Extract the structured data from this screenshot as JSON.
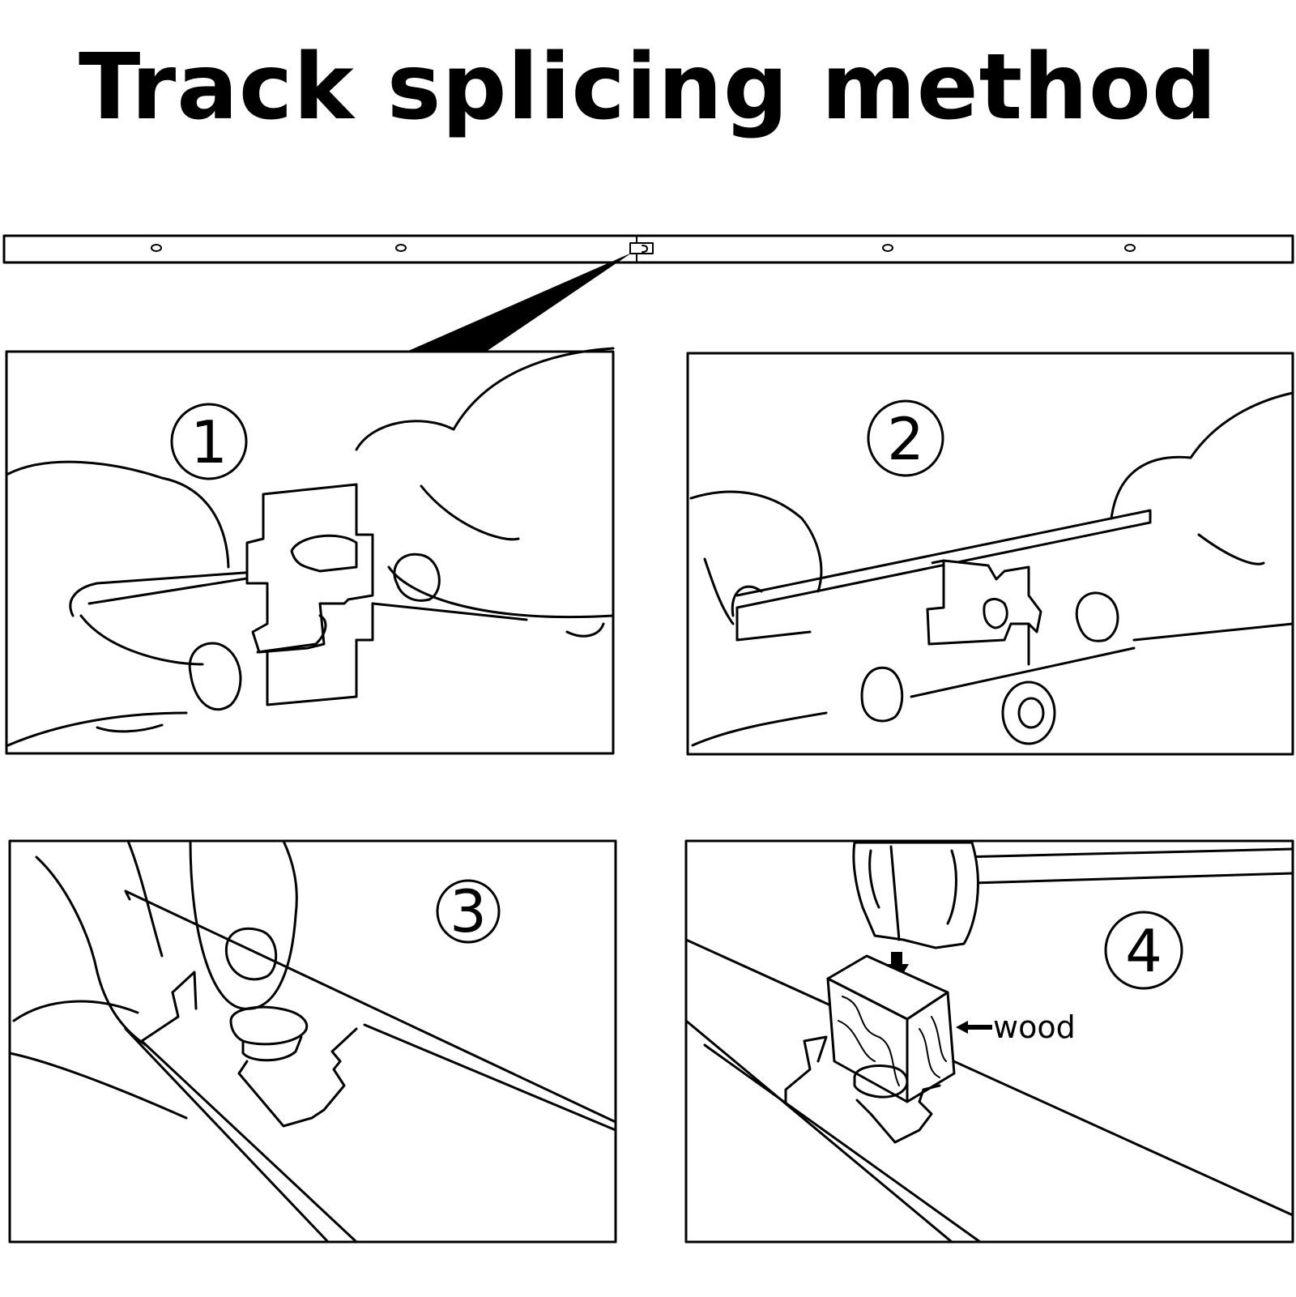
{
  "title": "Track splicing method",
  "steps": [
    {
      "number": "1"
    },
    {
      "number": "2"
    },
    {
      "number": "3"
    },
    {
      "number": "4",
      "label": "wood"
    }
  ],
  "colors": {
    "line": "#000000",
    "background": "#ffffff"
  }
}
